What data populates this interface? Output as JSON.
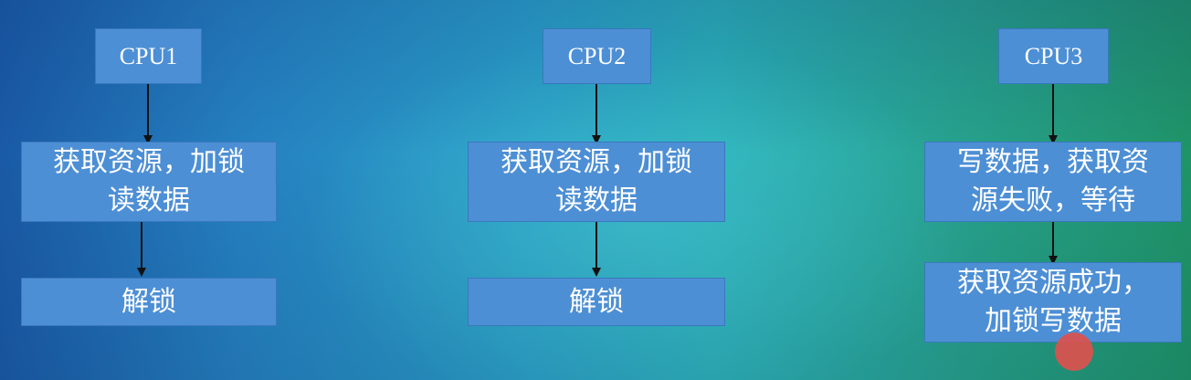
{
  "columns": [
    {
      "cpu": "CPU1",
      "step1": [
        "获取资源，加锁",
        "读数据"
      ],
      "step2": [
        "解锁"
      ]
    },
    {
      "cpu": "CPU2",
      "step1": [
        "获取资源，加锁",
        "读数据"
      ],
      "step2": [
        "解锁"
      ]
    },
    {
      "cpu": "CPU3",
      "step1": [
        "写数据，获取资",
        "源失败，等待"
      ],
      "step2": [
        "获取资源成功，",
        "加锁写数据"
      ]
    }
  ],
  "colors": {
    "box_fill": "#4d8fd5",
    "box_border": "#3a78bd",
    "text": "#ffffff",
    "arrow": "#111111",
    "pointer": "#e0504c"
  }
}
